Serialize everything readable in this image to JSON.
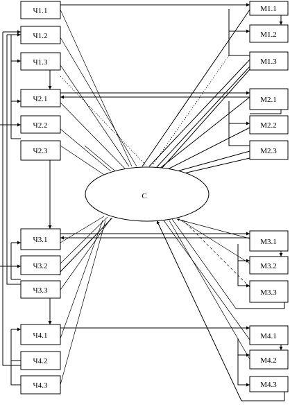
{
  "center": {
    "label": "С"
  },
  "left_nodes": [
    {
      "id": "ch1_1",
      "label": "Ч1.1"
    },
    {
      "id": "ch1_2",
      "label": "Ч1.2"
    },
    {
      "id": "ch1_3",
      "label": "Ч1.3"
    },
    {
      "id": "ch2_1",
      "label": "Ч2.1"
    },
    {
      "id": "ch2_2",
      "label": "Ч2.2"
    },
    {
      "id": "ch2_3",
      "label": "Ч2.3"
    },
    {
      "id": "ch3_1",
      "label": "Ч3.1"
    },
    {
      "id": "ch3_2",
      "label": "Ч3.2"
    },
    {
      "id": "ch3_3",
      "label": "Ч3.3"
    },
    {
      "id": "ch4_1",
      "label": "Ч4.1"
    },
    {
      "id": "ch4_2",
      "label": "Ч4.2"
    },
    {
      "id": "ch4_3",
      "label": "Ч4.3"
    }
  ],
  "right_nodes": [
    {
      "id": "m1_1",
      "label": "М1.1"
    },
    {
      "id": "m1_2",
      "label": "М1.2"
    },
    {
      "id": "m1_3",
      "label": "М1.3"
    },
    {
      "id": "m2_1",
      "label": "М2.1"
    },
    {
      "id": "m2_2",
      "label": "М2.2"
    },
    {
      "id": "m2_3",
      "label": "М2.3"
    },
    {
      "id": "m3_1",
      "label": "М3.1"
    },
    {
      "id": "m3_2",
      "label": "М3.2"
    },
    {
      "id": "m3_3",
      "label": "М3.3"
    },
    {
      "id": "m4_1",
      "label": "М4.1"
    },
    {
      "id": "m4_2",
      "label": "М4.2"
    },
    {
      "id": "m4_3",
      "label": "М4.3"
    }
  ]
}
